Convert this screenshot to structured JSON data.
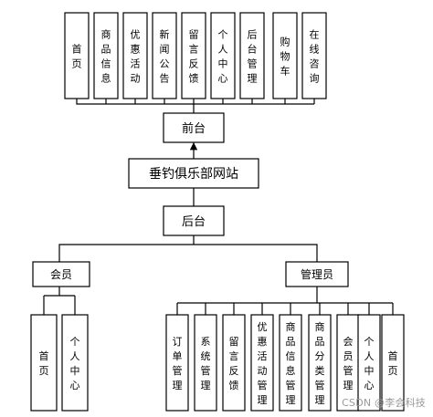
{
  "diagram": {
    "root": "垂钓俱乐部网站",
    "front": {
      "label": "前台",
      "modules": [
        "首页",
        "商品信息",
        "优惠活动",
        "新闻公告",
        "留言反馈",
        "个人中心",
        "后台管理",
        "购物车",
        "在线咨询"
      ]
    },
    "back": {
      "label": "后台",
      "member": {
        "label": "会员",
        "modules": [
          "首页",
          "个人中心"
        ]
      },
      "admin": {
        "label": "管理员",
        "modules": [
          "订单管理",
          "系统管理",
          "留言反馈",
          "优惠活动管理",
          "商品信息管理",
          "商品分类管理",
          "会员管理",
          "个人中心",
          "首页"
        ]
      }
    }
  },
  "watermark": "CSDN @李会科技"
}
